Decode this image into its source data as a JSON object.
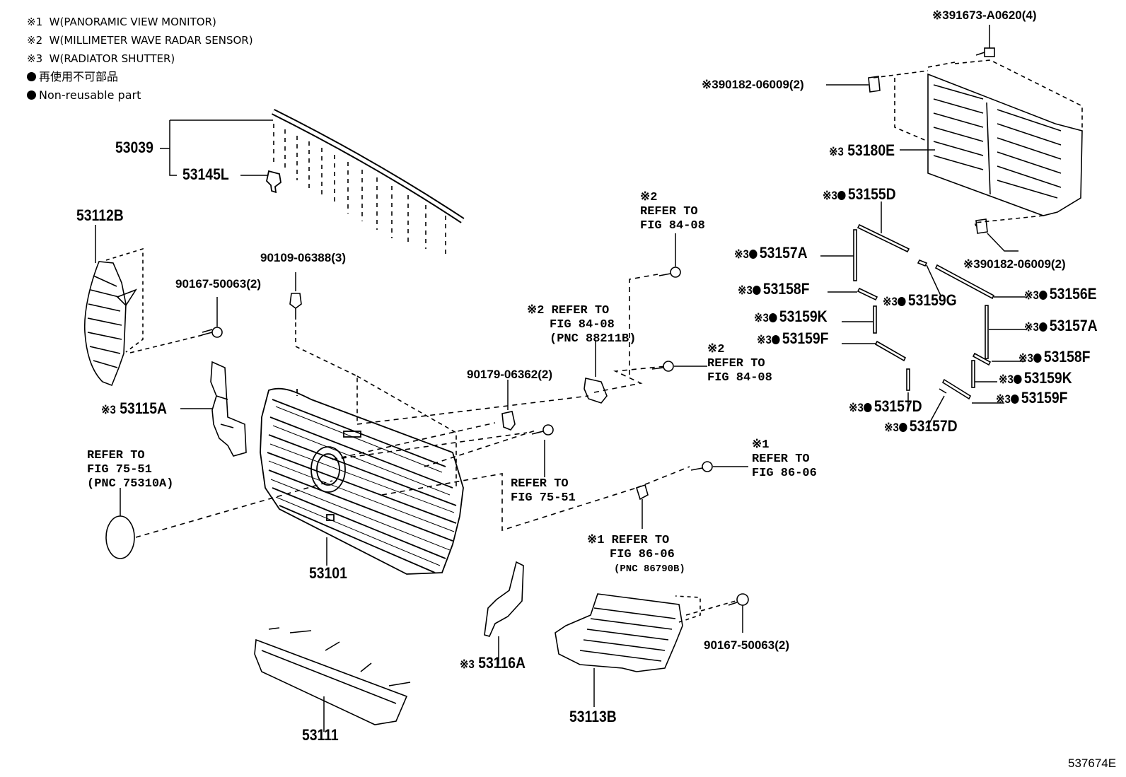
{
  "legend": {
    "notes": [
      {
        "mark": "※1",
        "text": "W(PANORAMIC VIEW MONITOR)"
      },
      {
        "mark": "※2",
        "text": "W(MILLIMETER WAVE RADAR SENSOR)"
      },
      {
        "mark": "※3",
        "text": "W(RADIATOR SHUTTER)"
      }
    ],
    "non_reusable_jp": "再使用不可部品",
    "non_reusable_en": "Non-reusable part"
  },
  "parts": {
    "p53039": "53039",
    "p53145L": "53145L",
    "p53112B": "53112B",
    "p90167a": "90167-50063(2)",
    "p90109": "90109-06388(3)",
    "p53115A": "53115A",
    "p53101": "53101",
    "p53111": "53111",
    "p53116A": "53116A",
    "p53113B": "53113B",
    "p90167b": "90167-50063(2)",
    "p90179": "90179-06362(2)",
    "p91673": "91673-A0620(4)",
    "p90182a": "90182-06009(2)",
    "p53180E": "53180E",
    "p53155D": "53155D",
    "p53157A_l": "53157A",
    "p90182b": "90182-06009(2)",
    "p53158F_l": "53158F",
    "p53159G": "53159G",
    "p53156E": "53156E",
    "p53159K_l": "53159K",
    "p53157A_r": "53157A",
    "p53159F_l": "53159F",
    "p53158F_r": "53158F",
    "p53159K_r": "53159K",
    "p53159F_r": "53159F",
    "p53157D_a": "53157D",
    "p53157D_b": "53157D"
  },
  "marks": {
    "m1": "※1",
    "m2": "※2",
    "m3": "※3"
  },
  "refs": {
    "r_radar_top": [
      "※2",
      "REFER TO",
      "FIG 84-08"
    ],
    "r_radar_pnc": [
      "※2 REFER TO",
      "FIG 84-08",
      "(PNC 88211B)"
    ],
    "r_radar_right": [
      "※2",
      "REFER TO",
      "FIG 84-08"
    ],
    "r_emblem": [
      "REFER TO",
      "FIG 75-51",
      "(PNC 75310A)"
    ],
    "r_fig7551": [
      "REFER TO",
      "FIG 75-51"
    ],
    "r_cam_right": [
      "※1",
      "REFER TO",
      "FIG 86-06"
    ],
    "r_cam_pnc": [
      "※1 REFER TO",
      "FIG 86-06",
      "(PNC 86790B)"
    ]
  },
  "figure_id": "537674E"
}
